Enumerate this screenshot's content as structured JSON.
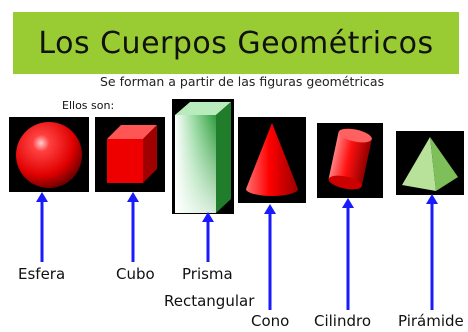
{
  "header": {
    "title": "Los Cuerpos Geométricos",
    "subtitle": "Se forman a partir de las figuras geométricas",
    "intro": "Ellos son:"
  },
  "shapes": [
    {
      "name": "Esfera",
      "icon": "sphere-icon"
    },
    {
      "name": "Cubo",
      "icon": "cube-icon"
    },
    {
      "name_line1": "Prisma",
      "name_line2": "Rectangular",
      "icon": "rectangular-prism-icon"
    },
    {
      "name": "Cono",
      "icon": "cone-icon"
    },
    {
      "name": "Cilindro",
      "icon": "cylinder-icon"
    },
    {
      "name": "Pirámide",
      "icon": "pyramid-icon"
    }
  ],
  "colors": {
    "title_bar": "#99cc33",
    "arrow": "#1a1aff",
    "shape_red": "#ff0000",
    "prism_green": "#33aa44",
    "pyramid_green": "#aadd88"
  }
}
